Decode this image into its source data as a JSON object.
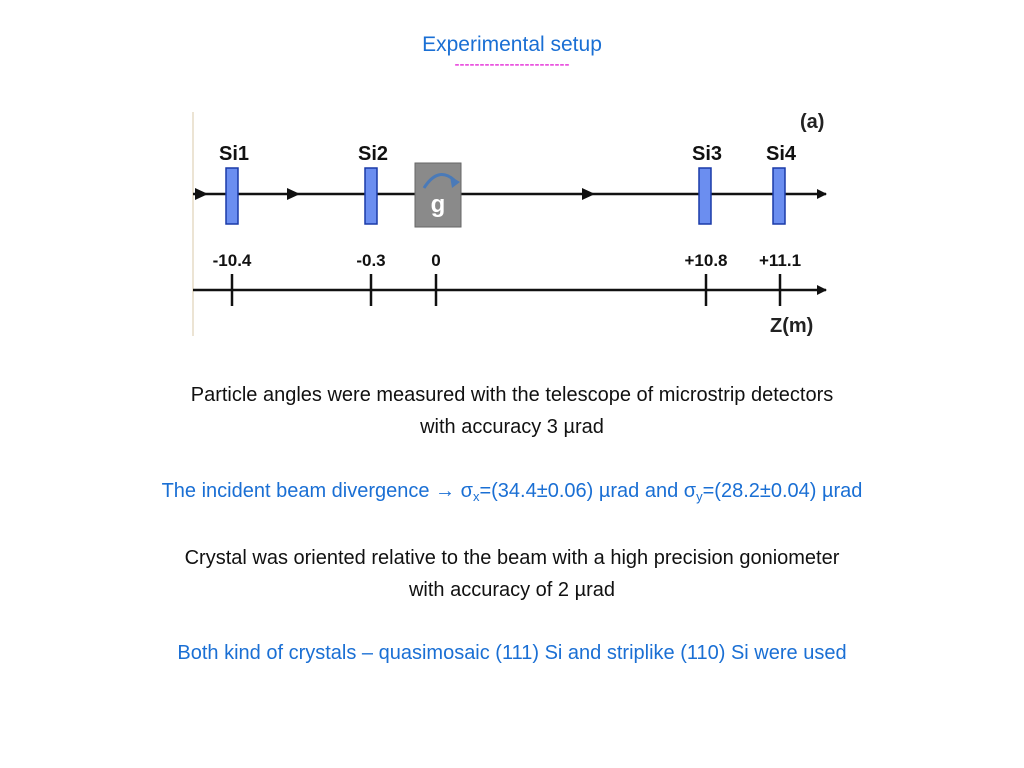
{
  "title": "Experimental setup",
  "title_dashes": "-----------------------",
  "diagram": {
    "panel_label": "(a)",
    "axis_label": "Z(m)",
    "goniometer_label": "g",
    "detectors": [
      {
        "name": "Si1",
        "z": -10.4
      },
      {
        "name": "Si2",
        "z": -0.3
      },
      {
        "name": "Si3",
        "z": 10.8
      },
      {
        "name": "Si4",
        "z": 11.1
      }
    ],
    "ticks": [
      {
        "label": "-10.4",
        "z": -10.4
      },
      {
        "label": "-0.3",
        "z": -0.3
      },
      {
        "label": "0",
        "z": 0
      },
      {
        "label": "+10.8",
        "z": 10.8
      },
      {
        "label": "+11.1",
        "z": 11.1
      }
    ],
    "colors": {
      "detector_fill": "#6b8ef0",
      "detector_stroke": "#1a3aa8",
      "goniometer_fill": "#8a8a8a",
      "arrow_color": "#4a7ab8"
    }
  },
  "paragraphs": {
    "p1_line1": "Particle angles were measured with the telescope of microstrip detectors",
    "p1_line2": "with accuracy 3 µrad",
    "p2_prefix": "The incident beam divergence  →  σ",
    "p2_sub_x": "x",
    "p2_mid": "=(34.4±0.06) µrad and σ",
    "p2_sub_y": "y",
    "p2_suffix": "=(28.2±0.04) µrad",
    "p3_line1": "Crystal was oriented relative to the beam with a high precision goniometer",
    "p3_line2": "with accuracy of 2 µrad",
    "p4": "Both kind of crystals – quasimosaic (111) Si and striplike (110) Si were used"
  }
}
